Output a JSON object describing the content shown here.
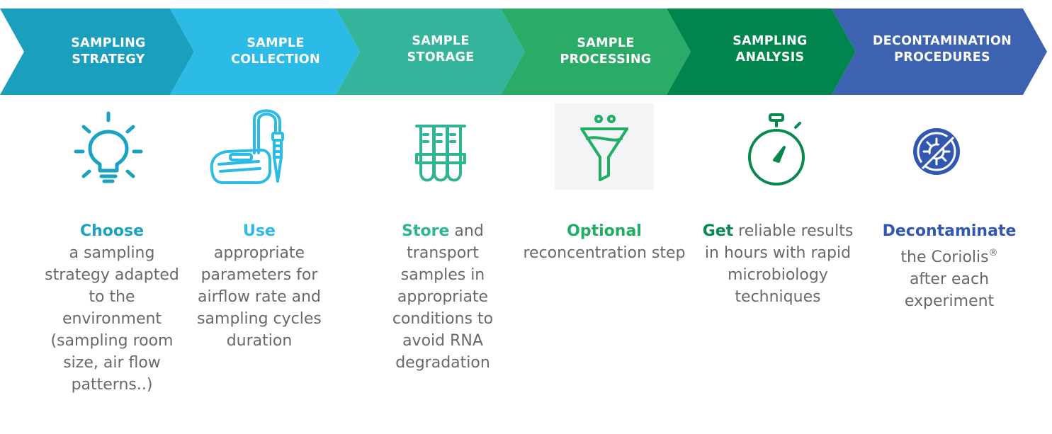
{
  "steps": [
    {
      "title_lines": [
        "SAMPLING",
        "STRATEGY"
      ],
      "color": "#1a9fbd",
      "icon": "lightbulb-icon",
      "keyword": "Choose",
      "keyword_color": "#1aa3c0",
      "description": "a sampling strategy adapted to the environment (sampling room size, air flow patterns..)"
    },
    {
      "title_lines": [
        "SAMPLE",
        "COLLECTION"
      ],
      "color": "#2bbbe6",
      "icon": "air-sampler-icon",
      "keyword": "Use",
      "keyword_color": "#2bbbe6",
      "description": "appropriate parameters for airflow rate and sampling cycles duration"
    },
    {
      "title_lines": [
        "SAMPLE",
        "STORAGE"
      ],
      "color": "#34b49a",
      "icon": "test-tubes-icon",
      "keyword": "Store",
      "keyword_color": "#2fb596",
      "description": " and transport samples in appropriate conditions to avoid RNA degradation"
    },
    {
      "title_lines": [
        "SAMPLE",
        "PROCESSING"
      ],
      "color": "#2aab68",
      "icon": "funnel-icon",
      "keyword": "Optional",
      "keyword_color": "#1fae63",
      "description": "reconcentration step"
    },
    {
      "title_lines": [
        "SAMPLING",
        "ANALYSIS"
      ],
      "color": "#00854f",
      "icon": "stopwatch-icon",
      "keyword": "Get",
      "keyword_color": "#05894f",
      "description": " reliable results in hours with rapid microbiology techniques"
    },
    {
      "title_lines": [
        "DECONTAMINATION",
        "PROCEDURES"
      ],
      "color": "#3d62b0",
      "icon": "virus-prohibited-icon",
      "keyword": "Decontaminate",
      "keyword_color": "#3157b0",
      "description": "the Coriolis",
      "description_mark": "®",
      "description_tail": "after each experiment"
    }
  ]
}
